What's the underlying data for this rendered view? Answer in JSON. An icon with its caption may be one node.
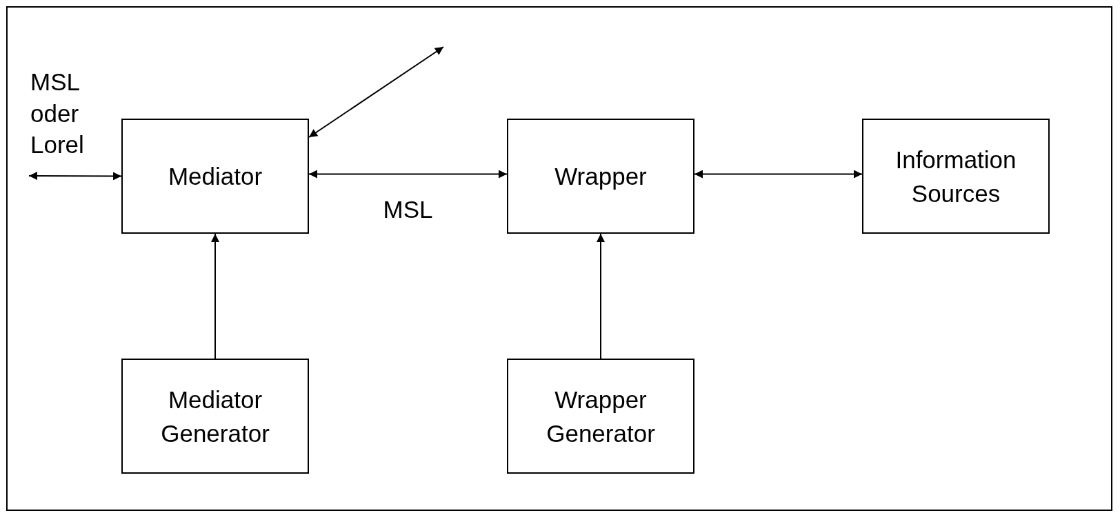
{
  "diagram": {
    "nodes": [
      {
        "text": [
          "Mediator"
        ]
      },
      {
        "text": [
          "Wrapper"
        ]
      },
      {
        "text": [
          "Information Sources"
        ]
      },
      {
        "text": [
          "Mediator Generator"
        ]
      },
      {
        "text": [
          "Wrapper Generator"
        ]
      }
    ],
    "edges": [
      {
        "from": null,
        "to": 0,
        "arrow": "both"
      },
      {
        "from": 0,
        "to": null,
        "arrow": "both"
      },
      {
        "from": 0,
        "to": 1,
        "arrow": "both",
        "label": "MSL"
      },
      {
        "from": 1,
        "to": 2,
        "arrow": "both"
      },
      {
        "from": 3,
        "to": 0,
        "arrow": "to"
      },
      {
        "from": 4,
        "to": 1,
        "arrow": "to"
      }
    ],
    "labels": [
      "MSL oder Lorel"
    ]
  }
}
